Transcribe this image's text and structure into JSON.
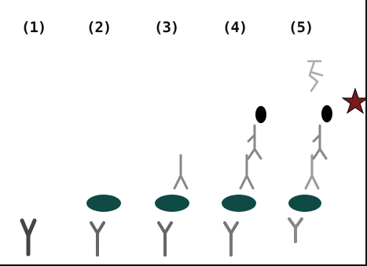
{
  "steps": [
    {
      "label": "(1)"
    },
    {
      "label": "(2)"
    },
    {
      "label": "(3)"
    },
    {
      "label": "(4)"
    },
    {
      "label": "(5)"
    }
  ],
  "colors": {
    "antigen": "#0f4a45",
    "primary_antibody": "#454545",
    "secondary_antibody": "#777777",
    "label_dot": "#000000",
    "signal_star": "#7a1a1a",
    "border": "#111111"
  },
  "icons": [
    "capture-antibody-icon",
    "antigen-icon",
    "detection-antibody-icon",
    "labeled-antibody-icon",
    "signal-star-icon",
    "substrate-icon"
  ]
}
